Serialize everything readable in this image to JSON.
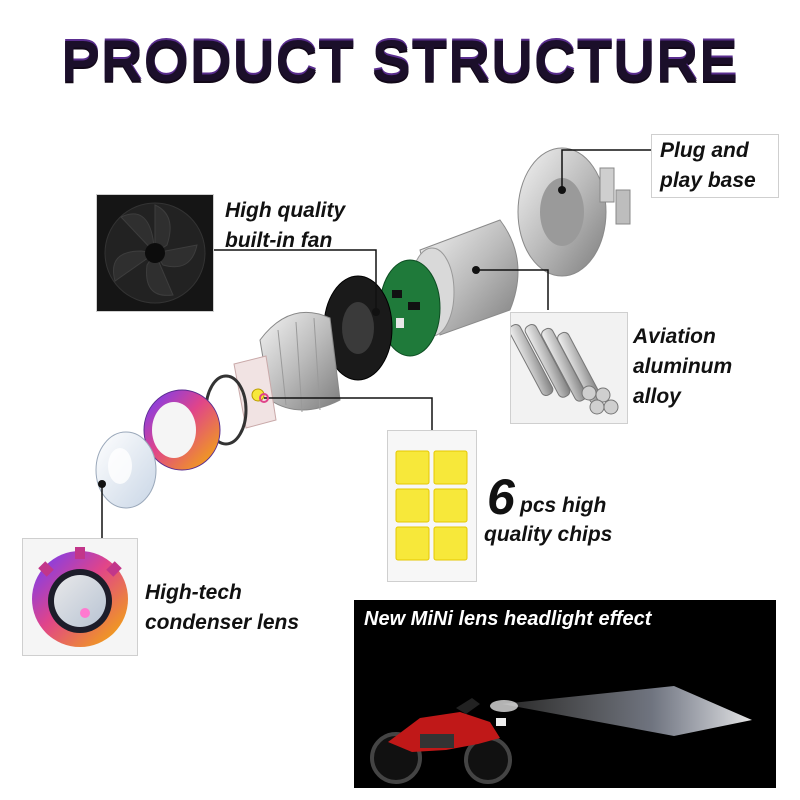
{
  "title": "PRODUCT STRUCTURE",
  "labels": {
    "plug_base": [
      "Plug and",
      "play base"
    ],
    "fan": [
      "High quality",
      "built-in fan"
    ],
    "aluminum": [
      "Aviation",
      "aluminum",
      "alloy"
    ],
    "chips_number": "6",
    "chips_pcs": "pcs high",
    "chips_quality": "quality chips",
    "lens": [
      "High-tech",
      "condenser lens"
    ]
  },
  "effect_panel": {
    "title": "New MiNi lens headlight effect"
  },
  "icons": [
    "fan-icon",
    "aluminum-bars-icon",
    "led-chip-icon",
    "lens-icon",
    "motorcycle-icon",
    "light-beam-icon"
  ],
  "colors": {
    "title": "#1b0f2a",
    "title_accent": "#5a2d8f",
    "chip_yellow": "#f7e83a",
    "ring_gradient": [
      "#7a3cff",
      "#e0448a",
      "#f5b400"
    ],
    "effect_bg": "#000000"
  }
}
